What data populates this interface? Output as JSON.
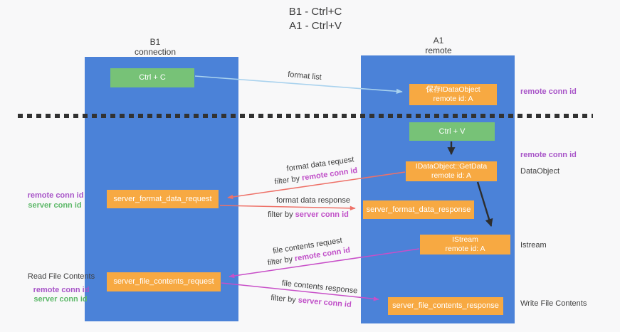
{
  "title": {
    "line1": "B1 - Ctrl+C",
    "line2": "A1 - Ctrl+V"
  },
  "columns": {
    "left": {
      "name": "B1",
      "subtitle": "connection"
    },
    "right": {
      "name": "A1",
      "subtitle": "remote"
    }
  },
  "nodes": {
    "ctrl_c": {
      "label": "Ctrl + C"
    },
    "ctrl_v": {
      "label": "Ctrl + V"
    },
    "save_dataobject": {
      "line1": "保存IDataObject",
      "line2": "remote id: A"
    },
    "getdata": {
      "line1": "IDataObject::GetData",
      "line2": "remote id: A"
    },
    "istream": {
      "line1": "IStream",
      "line2": "remote id: A"
    },
    "format_request": {
      "label": "server_format_data_request"
    },
    "format_response": {
      "label": "server_format_data_response"
    },
    "file_request": {
      "label": "server_file_contents_request"
    },
    "file_response": {
      "label": "server_file_contents_response"
    }
  },
  "flow_labels": {
    "format_list": "format list",
    "format_request": {
      "line1": "format data request",
      "filter_prefix": "filter by",
      "filter_id": "remote conn id"
    },
    "format_response": {
      "line1": "format data response",
      "filter_prefix": "filter by",
      "filter_id": "server conn id"
    },
    "file_request": {
      "line1": "file contents request",
      "filter_prefix": "filter by",
      "filter_id": "remote conn id"
    },
    "file_response": {
      "line1": "file contents response",
      "filter_prefix": "filter by",
      "filter_id": "server conn id"
    }
  },
  "left_margin": {
    "remote_conn_top": "remote conn id",
    "server_conn_top": "server conn id",
    "read_file": "Read File Contents",
    "remote_conn_bottom": "remote conn id",
    "server_conn_bottom": "server conn id"
  },
  "right_margin": {
    "remote_conn_top": "remote conn id",
    "remote_conn_mid": "remote conn id",
    "dataobject": "DataObject",
    "istream": "Istream",
    "write_file": "Write File Contents"
  },
  "colors": {
    "column_blue": "#4b82d8",
    "node_green": "#77c277",
    "node_orange": "#f7a942",
    "purple_id": "#a855c8",
    "green_id": "#5cb868",
    "flow_id_magenta": "#c04fc8",
    "magenta_arrow": "#c84fc8",
    "salmon_arrow": "#ee7168",
    "lightblue_arrow": "#a9d2ee",
    "dark_text": "#3d3d3d"
  }
}
